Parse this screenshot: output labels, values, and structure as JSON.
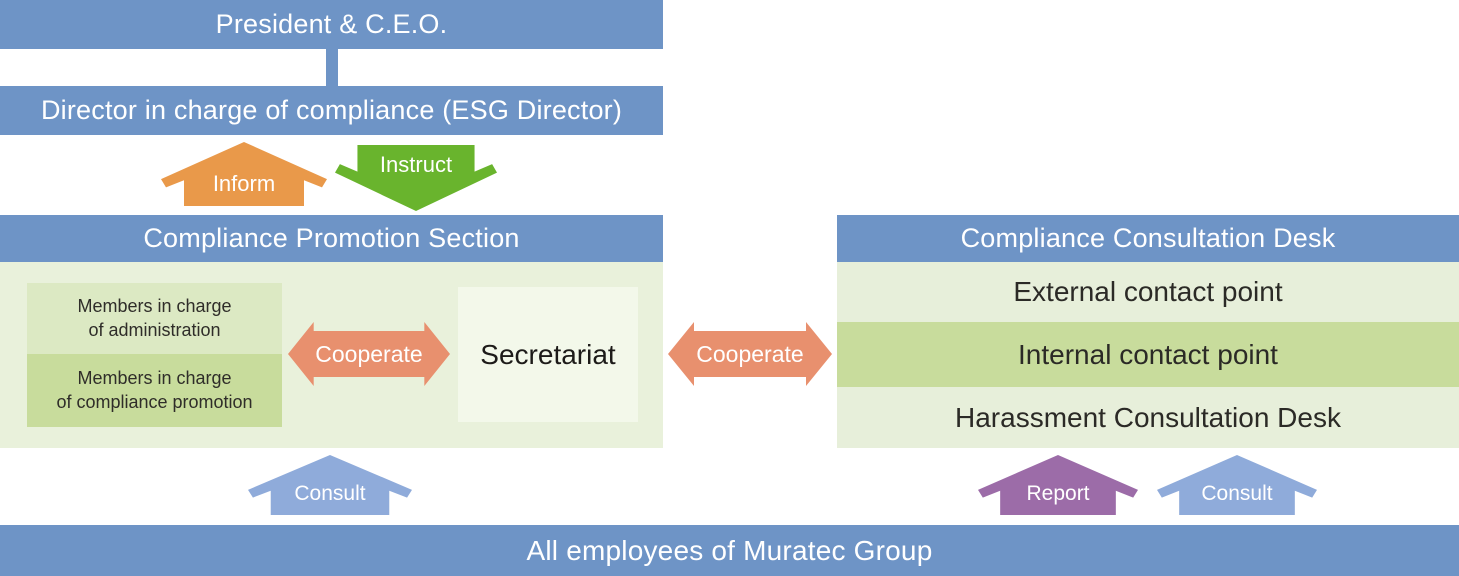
{
  "colors": {
    "blue": "#6E94C6",
    "orange": "#E9994A",
    "green": "#69B42D",
    "salmon": "#E8906E",
    "purple": "#9C6CA8",
    "light_blue": "#8FABDA",
    "section_bg": "#E9F1DB",
    "box_light_green": "#DCE9C3",
    "box_mid_green": "#C8DC9C",
    "row_light": "#E7EFDA",
    "secretariat_bg": "#F3F8EA",
    "dark_text": "#2F2D29"
  },
  "top": {
    "president": "President & C.E.O.",
    "director": "Director in charge of compliance (ESG Director)"
  },
  "flows": {
    "inform": "Inform",
    "instruct": "Instruct",
    "cooperate_left": "Cooperate",
    "cooperate_middle": "Cooperate",
    "consult_left": "Consult",
    "report": "Report",
    "consult_right": "Consult"
  },
  "promotion_section": {
    "title": "Compliance Promotion Section",
    "members_admin": "Members in charge\nof administration",
    "members_promotion": "Members in charge\nof compliance promotion",
    "secretariat": "Secretariat"
  },
  "consultation_desk": {
    "title": "Compliance Consultation Desk",
    "rows": [
      "External contact point",
      "Internal contact point",
      "Harassment Consultation Desk"
    ]
  },
  "bottom": {
    "label": "All employees of Muratec Group"
  }
}
